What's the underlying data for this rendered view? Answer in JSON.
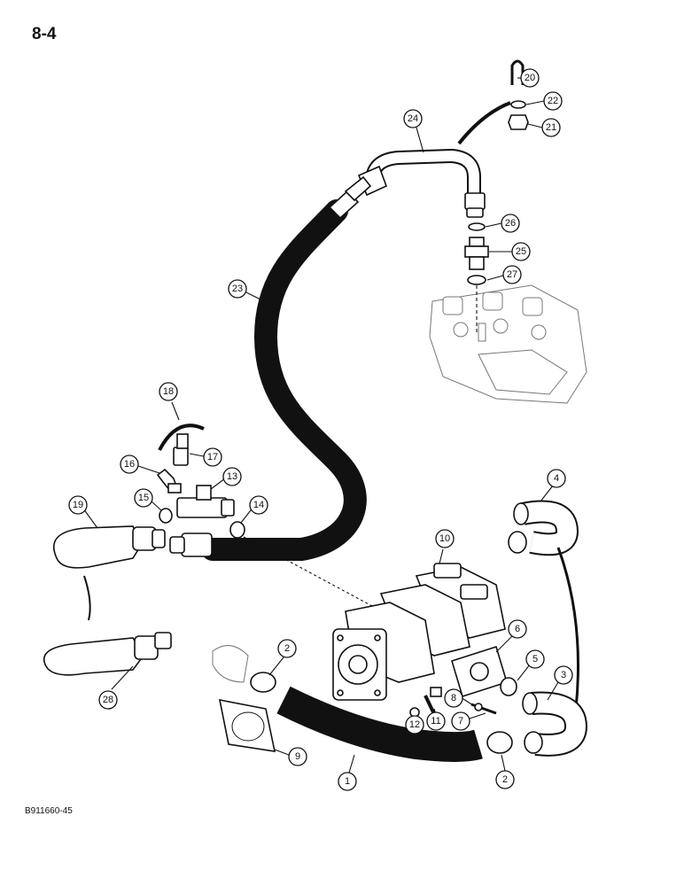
{
  "page_number": "8-4",
  "figure_code": "B911660-45",
  "callouts": [
    {
      "id": "c20",
      "label": "20"
    },
    {
      "id": "c22",
      "label": "22"
    },
    {
      "id": "c21",
      "label": "21"
    },
    {
      "id": "c24",
      "label": "24"
    },
    {
      "id": "c26",
      "label": "26"
    },
    {
      "id": "c25",
      "label": "25"
    },
    {
      "id": "c27",
      "label": "27"
    },
    {
      "id": "c23",
      "label": "23"
    },
    {
      "id": "c18",
      "label": "18"
    },
    {
      "id": "c17",
      "label": "17"
    },
    {
      "id": "c16",
      "label": "16"
    },
    {
      "id": "c13",
      "label": "13"
    },
    {
      "id": "c19",
      "label": "19"
    },
    {
      "id": "c15",
      "label": "15"
    },
    {
      "id": "c14",
      "label": "14"
    },
    {
      "id": "c4",
      "label": "4"
    },
    {
      "id": "c10",
      "label": "10"
    },
    {
      "id": "c6",
      "label": "6"
    },
    {
      "id": "c2a",
      "label": "2"
    },
    {
      "id": "c5",
      "label": "5"
    },
    {
      "id": "c3",
      "label": "3"
    },
    {
      "id": "c8",
      "label": "8"
    },
    {
      "id": "c7",
      "label": "7"
    },
    {
      "id": "c12",
      "label": "12"
    },
    {
      "id": "c11",
      "label": "11"
    },
    {
      "id": "c28",
      "label": "28"
    },
    {
      "id": "c9",
      "label": "9"
    },
    {
      "id": "c1",
      "label": "1"
    },
    {
      "id": "c2b",
      "label": "2"
    }
  ]
}
